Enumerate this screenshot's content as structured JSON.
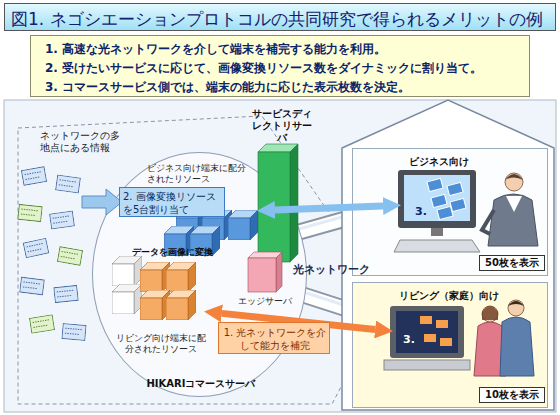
{
  "diagram": {
    "title": "図1. ネゴシエーションプロトコルの共同研究で得られるメリットの例",
    "nodes": [
      {
        "text": [
          "1. 高速な光ネットワークを介して端末を補完する能力を利用。",
          "2. 受けたいサービスに応じて、画像変換リソース数をダイナミックに割り当て。",
          "3. コマースサービス側では、端末の能力に応じた表示枚数を決定。"
        ]
      },
      {
        "text": [
          "HIKARIコマースサーバ"
        ]
      },
      {
        "text": [
          "ビジネス向け端末に配分されたリソース"
        ],
        "in": 1
      },
      {
        "text": [
          "2. 画像変換リソースを5台割り当て"
        ],
        "in": 1
      },
      {
        "text": [
          "リビング向け端末に配分されたリソース"
        ],
        "in": 1
      },
      {
        "text": [
          "エッジサーバ"
        ],
        "in": 1
      },
      {
        "text": [
          "サービスディレクトリサーバ"
        ]
      },
      {
        "text": [
          "1. 光ネットワークを介して能力を補完"
        ]
      },
      {
        "text": [
          "ビジネス向け",
          "50枚を表示"
        ]
      },
      {
        "text": [
          "3."
        ],
        "in": 8
      },
      {
        "text": [
          "リビング（家庭）向け",
          "10枚を表示"
        ]
      },
      {
        "text": [
          "3."
        ],
        "in": 10
      }
    ],
    "edges": [
      {
        "from": 2,
        "to": 9,
        "arrow": "both"
      },
      {
        "from": 4,
        "to": 11,
        "arrow": "both"
      }
    ],
    "labels": [
      "ネットワークの多地点にある情報",
      "データを画像に変換",
      "光ネットワーク"
    ]
  }
}
